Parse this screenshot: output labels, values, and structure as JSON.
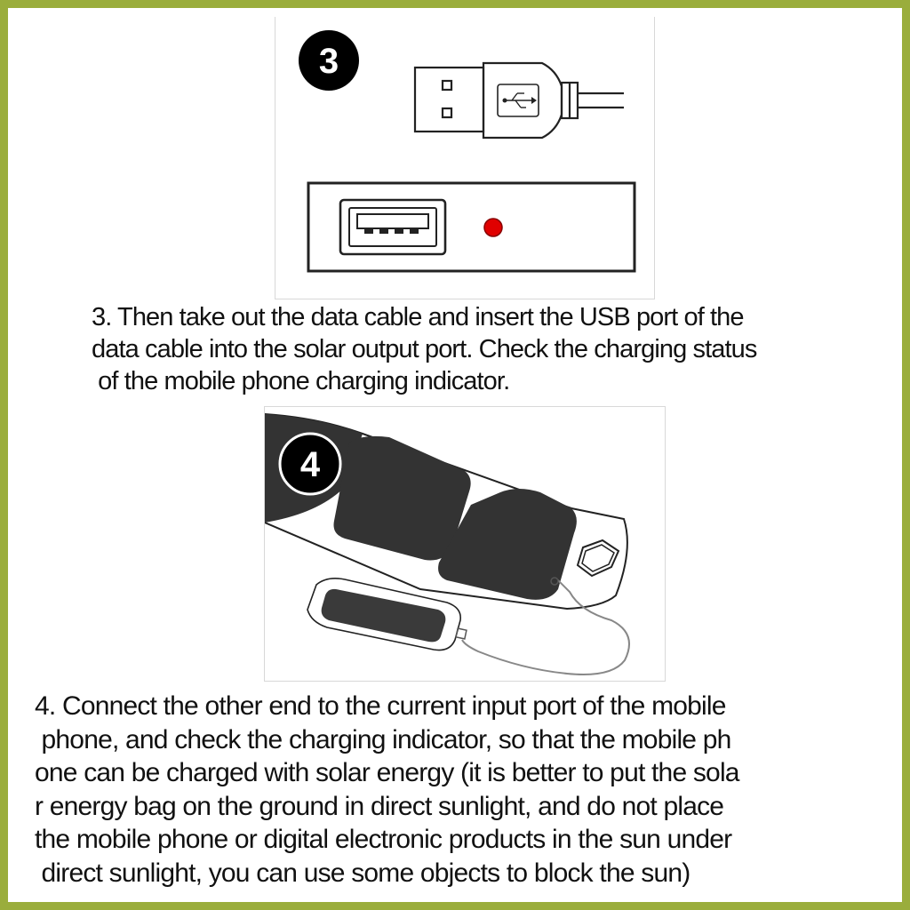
{
  "step3": {
    "badge": "3",
    "lines": [
      "3. Then take out the data cable and insert the USB port of the",
      "data cable into the solar output port. Check the charging status",
      " of the mobile phone charging indicator."
    ],
    "indicator_color": "#e00000"
  },
  "step4": {
    "badge": "4",
    "lines": [
      "4. Connect the other end to the current input port of the mobile",
      " phone, and check the charging indicator, so that the mobile ph",
      "one can be charged with solar energy (it is better to put the sola",
      "r energy bag on the ground in direct sunlight, and do not place",
      "the mobile phone or digital electronic products in the sun under",
      " direct sunlight, you can use some objects to block the sun)"
    ]
  },
  "colors": {
    "border": "#9aad3c",
    "panel_dark": "#333333",
    "text": "#111111"
  },
  "icons": [
    "usb-plug-icon",
    "usb-symbol-icon",
    "usb-port-icon",
    "solar-panel-icon",
    "smartphone-icon",
    "cable-icon"
  ]
}
